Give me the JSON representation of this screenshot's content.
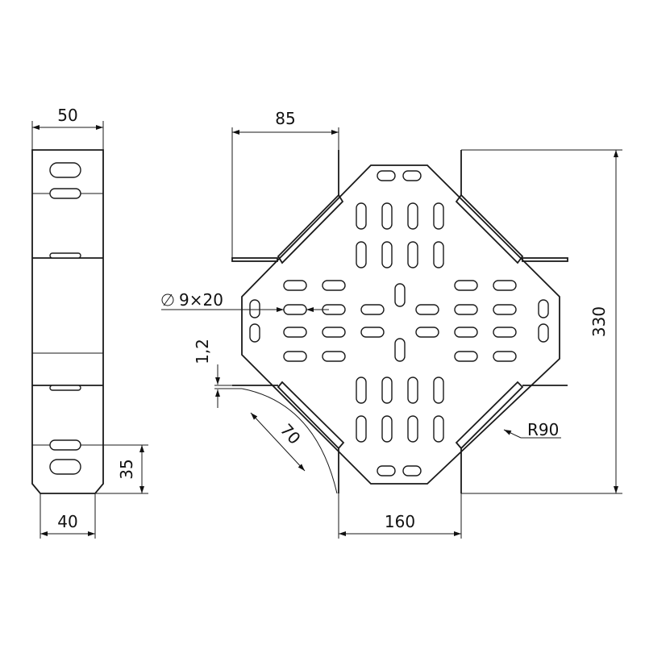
{
  "dimensions": {
    "side_width": "50",
    "side_base": "40",
    "flange_height": "35",
    "arm_width": "85",
    "hole_size": "9×20",
    "thickness": "1,2",
    "arm_length": "70",
    "radius": "R90",
    "overall_height": "330",
    "arm_span": "160"
  },
  "colors": {
    "line": "#1a1a1a",
    "background": "#ffffff"
  }
}
